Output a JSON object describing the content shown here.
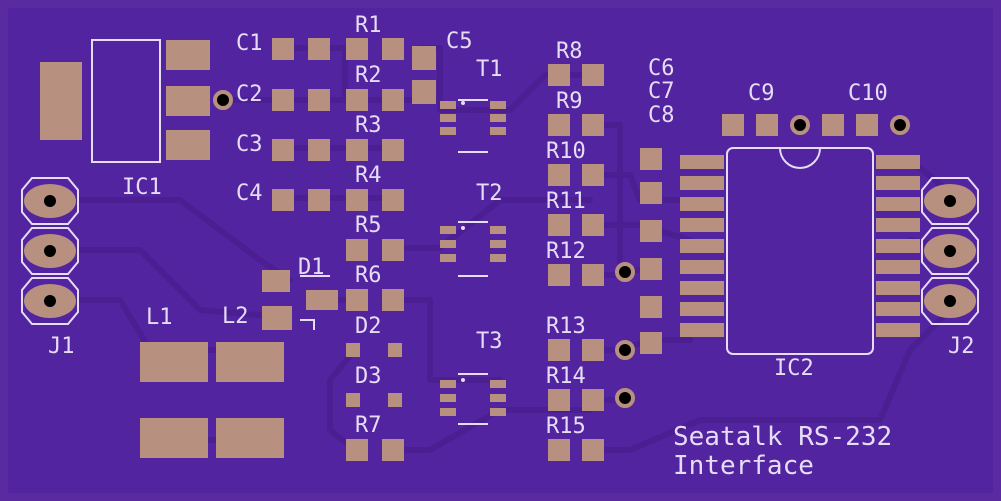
{
  "board": {
    "colors": {
      "board": "#5a2aa0",
      "copper_fill": "#5324a0",
      "trace": "#4b1e92",
      "pad": "#b89080",
      "silkscreen": "#e6dcf6"
    },
    "title_line1": "Seatalk RS-232",
    "title_line2": "Interface"
  },
  "components": {
    "C1": "C1",
    "C2": "C2",
    "C3": "C3",
    "C4": "C4",
    "C5": "C5",
    "C6": "C6",
    "C7": "C7",
    "C8": "C8",
    "C9": "C9",
    "C10": "C10",
    "R1": "R1",
    "R2": "R2",
    "R3": "R3",
    "R4": "R4",
    "R5": "R5",
    "R6": "R6",
    "R7": "R7",
    "R8": "R8",
    "R9": "R9",
    "R10": "R10",
    "R11": "R11",
    "R12": "R12",
    "R13": "R13",
    "R14": "R14",
    "R15": "R15",
    "D1": "D1",
    "D2": "D2",
    "D3": "D3",
    "L1": "L1",
    "L2": "L2",
    "T1": "T1",
    "T2": "T2",
    "T3": "T3",
    "IC1": "IC1",
    "IC2": "IC2",
    "J1": "J1",
    "J2": "J2"
  }
}
